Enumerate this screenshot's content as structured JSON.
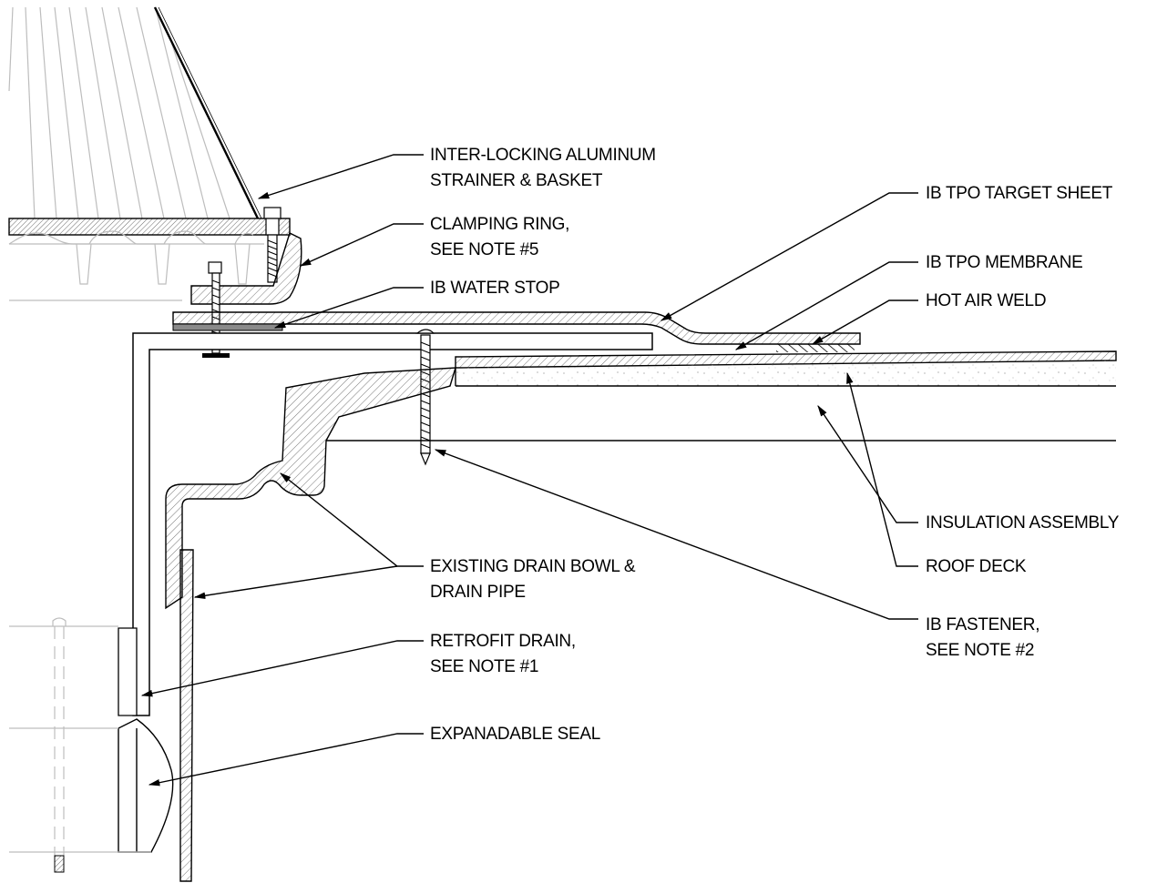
{
  "labels": {
    "strainer_1": "INTER-LOCKING ALUMINUM",
    "strainer_2": "STRAINER & BASKET",
    "clamp_1": "CLAMPING RING,",
    "clamp_2": "SEE NOTE #5",
    "water_stop": "IB WATER STOP",
    "target_sheet": "IB TPO TARGET SHEET",
    "membrane": "IB TPO MEMBRANE",
    "weld": "HOT AIR WELD",
    "insulation": "INSULATION ASSEMBLY",
    "deck": "ROOF DECK",
    "bowl_1": "EXISTING DRAIN BOWL &",
    "bowl_2": "DRAIN PIPE",
    "retrofit_1": "RETROFIT DRAIN,",
    "retrofit_2": "SEE NOTE #1",
    "fastener_1": "IB FASTENER,",
    "fastener_2": "SEE NOTE #2",
    "seal": "EXPANADABLE SEAL"
  },
  "colors": {
    "line": "#000000",
    "light_line": "#bdbdbd",
    "water_stop_fill": "#8a8a8a"
  }
}
